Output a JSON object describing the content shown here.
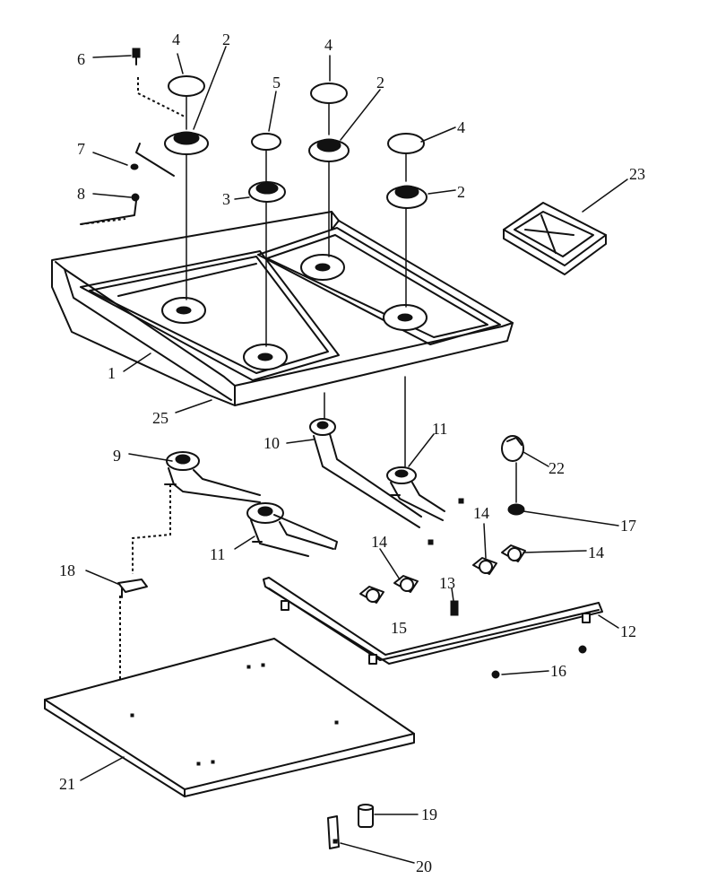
{
  "callouts": [
    {
      "id": "c1",
      "text": "1"
    },
    {
      "id": "c2a",
      "text": "2"
    },
    {
      "id": "c2b",
      "text": "2"
    },
    {
      "id": "c2c",
      "text": "2"
    },
    {
      "id": "c3",
      "text": "3"
    },
    {
      "id": "c4a",
      "text": "4"
    },
    {
      "id": "c4b",
      "text": "4"
    },
    {
      "id": "c4c",
      "text": "4"
    },
    {
      "id": "c5",
      "text": "5"
    },
    {
      "id": "c6",
      "text": "6"
    },
    {
      "id": "c7",
      "text": "7"
    },
    {
      "id": "c8",
      "text": "8"
    },
    {
      "id": "c9",
      "text": "9"
    },
    {
      "id": "c10",
      "text": "10"
    },
    {
      "id": "c11a",
      "text": "11"
    },
    {
      "id": "c11b",
      "text": "11"
    },
    {
      "id": "c12",
      "text": "12"
    },
    {
      "id": "c13",
      "text": "13"
    },
    {
      "id": "c14a",
      "text": "14"
    },
    {
      "id": "c14b",
      "text": "14"
    },
    {
      "id": "c14c",
      "text": "14"
    },
    {
      "id": "c15",
      "text": "15"
    },
    {
      "id": "c16",
      "text": "16"
    },
    {
      "id": "c17",
      "text": "17"
    },
    {
      "id": "c18",
      "text": "18"
    },
    {
      "id": "c19",
      "text": "19"
    },
    {
      "id": "c20",
      "text": "20"
    },
    {
      "id": "c21",
      "text": "21"
    },
    {
      "id": "c22",
      "text": "22"
    },
    {
      "id": "c23",
      "text": "23"
    },
    {
      "id": "c25",
      "text": "25"
    }
  ]
}
